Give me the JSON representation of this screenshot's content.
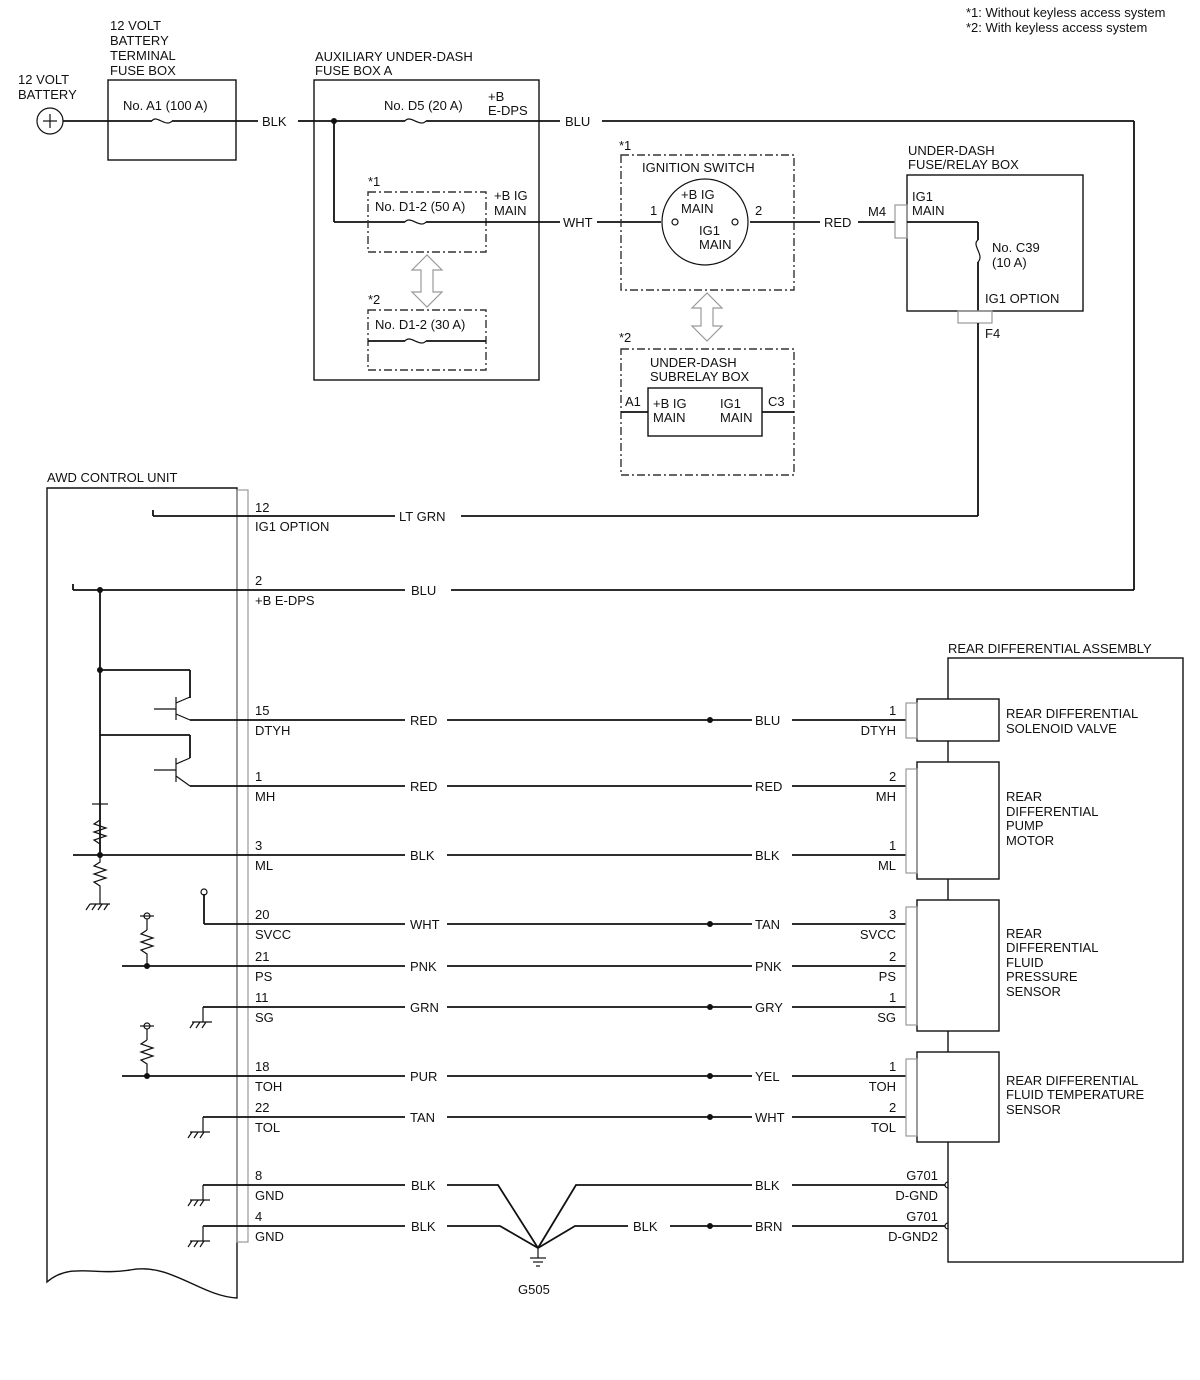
{
  "notes": {
    "n1": "*1:  Without keyless access system",
    "n2": "*2:  With keyless access system"
  },
  "battery": {
    "label1": "12 VOLT",
    "label2": "BATTERY"
  },
  "terminal_fuse_box": {
    "title1": "12 VOLT",
    "title2": "BATTERY",
    "title3": "TERMINAL",
    "title4": "FUSE BOX",
    "fuse": "No. A1 (100 A)"
  },
  "aux_fuse_box": {
    "title1": "AUXILIARY UNDER-DASH",
    "title2": "FUSE BOX A",
    "fuse_d5": "No. D5 (20 A)",
    "edps1": "+B",
    "edps2": "E-DPS",
    "star1": "*1",
    "fuse_d12_50": "No. D1-2 (50 A)",
    "igmain1": "+B IG",
    "igmain2": "MAIN",
    "star2": "*2",
    "fuse_d12_30": "No. D1-2 (30 A)"
  },
  "ignition_switch": {
    "star": "*1",
    "title": "IGNITION SWITCH",
    "bigmain1": "+B IG",
    "bigmain2": "MAIN",
    "ig1main1": "IG1",
    "ig1main2": "MAIN",
    "pin1": "1",
    "pin2": "2"
  },
  "subrelay_box": {
    "star": "*2",
    "title1": "UNDER-DASH",
    "title2": "SUBRELAY BOX",
    "a1": "A1",
    "c3": "C3",
    "bigmain1": "+B IG",
    "bigmain2": "MAIN",
    "ig1main1": "IG1",
    "ig1main2": "MAIN"
  },
  "fuse_relay_box": {
    "title1": "UNDER-DASH",
    "title2": "FUSE/RELAY BOX",
    "ig1main1": "IG1",
    "ig1main2": "MAIN",
    "fuse1": "No. C39",
    "fuse2": "(10 A)",
    "ig1opt": "IG1 OPTION",
    "m4": "M4",
    "f4": "F4"
  },
  "wire_colors_top": {
    "blk": "BLK",
    "blu": "BLU",
    "wht": "WHT",
    "red": "RED"
  },
  "awd": {
    "title": "AWD CONTROL UNIT",
    "ig1_num": "12",
    "ig1_name": "IG1 OPTION",
    "ig1_wire": "LT GRN",
    "edps_num": "2",
    "edps_name": "+B E-DPS",
    "edps_wire": "BLU"
  },
  "rear_diff": {
    "title": "REAR DIFFERENTIAL ASSEMBLY",
    "solenoid1": "REAR DIFFERENTIAL",
    "solenoid2": "SOLENOID VALVE",
    "pump1": "REAR",
    "pump2": "DIFFERENTIAL",
    "pump3": "PUMP",
    "pump4": "MOTOR",
    "press1": "REAR",
    "press2": "DIFFERENTIAL",
    "press3": "FLUID",
    "press4": "PRESSURE",
    "press5": "SENSOR",
    "temp1": "REAR DIFFERENTIAL",
    "temp2": "FLUID TEMPERATURE",
    "temp3": "SENSOR"
  },
  "signals": [
    {
      "lnum": "15",
      "lname": "DTYH",
      "lwire": "RED",
      "rwire": "BLU",
      "rnum": "1",
      "rname": "DTYH"
    },
    {
      "lnum": "1",
      "lname": "MH",
      "lwire": "RED",
      "rwire": "RED",
      "rnum": "2",
      "rname": "MH"
    },
    {
      "lnum": "3",
      "lname": "ML",
      "lwire": "BLK",
      "rwire": "BLK",
      "rnum": "1",
      "rname": "ML"
    },
    {
      "lnum": "20",
      "lname": "SVCC",
      "lwire": "WHT",
      "rwire": "TAN",
      "rnum": "3",
      "rname": "SVCC"
    },
    {
      "lnum": "21",
      "lname": "PS",
      "lwire": "PNK",
      "rwire": "PNK",
      "rnum": "2",
      "rname": "PS"
    },
    {
      "lnum": "11",
      "lname": "SG",
      "lwire": "GRN",
      "rwire": "GRY",
      "rnum": "1",
      "rname": "SG"
    },
    {
      "lnum": "18",
      "lname": "TOH",
      "lwire": "PUR",
      "rwire": "YEL",
      "rnum": "1",
      "rname": "TOH"
    },
    {
      "lnum": "22",
      "lname": "TOL",
      "lwire": "TAN",
      "rwire": "WHT",
      "rnum": "2",
      "rname": "TOL"
    }
  ],
  "grounds": [
    {
      "lnum": "8",
      "lname": "GND",
      "lwire": "BLK",
      "rwire": "BLK",
      "rnum": "G701",
      "rname": "D-GND"
    },
    {
      "lnum": "4",
      "lname": "GND",
      "lwire": "BLK",
      "mwire": "BLK",
      "rwire": "BRN",
      "rnum": "G701",
      "rname": "D-GND2"
    }
  ],
  "ground_point": "G505"
}
